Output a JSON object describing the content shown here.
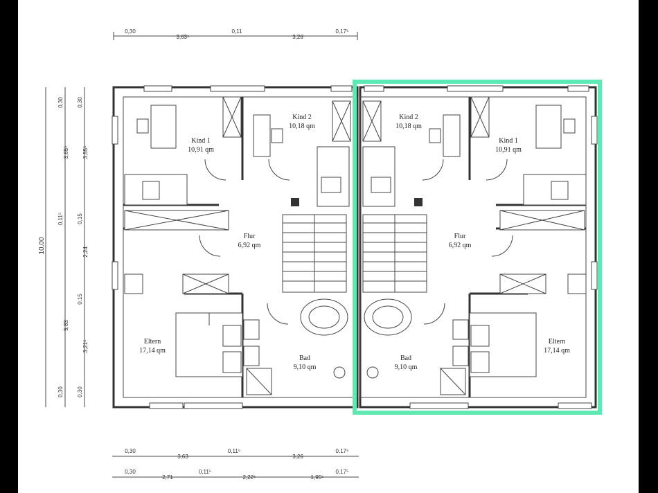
{
  "plan": {
    "left_unit": {
      "rooms": [
        {
          "name": "Kind 1",
          "area": "10,91 qm"
        },
        {
          "name": "Kind 2",
          "area": "10,18 qm"
        },
        {
          "name": "Flur",
          "area": "6,92 qm"
        },
        {
          "name": "Eltern",
          "area": "17,14 qm"
        },
        {
          "name": "Bad",
          "area": "9,10 qm"
        }
      ]
    },
    "right_unit": {
      "highlighted": true,
      "highlight_color": "#5ee8b4",
      "rooms": [
        {
          "name": "Kind 2",
          "area": "10,18 qm"
        },
        {
          "name": "Kind 1",
          "area": "10,91 qm"
        },
        {
          "name": "Flur",
          "area": "6,92 qm"
        },
        {
          "name": "Eltern",
          "area": "17,14 qm"
        },
        {
          "name": "Bad",
          "area": "9,10 qm"
        }
      ]
    },
    "dimensions": {
      "top": [
        "0,30",
        "3,63⁵",
        "0,11",
        "3,26",
        "0,17⁵"
      ],
      "bottom1": [
        "0,30",
        "3,63",
        "0,11⁵",
        "3,26",
        "0,17⁵"
      ],
      "bottom2": [
        "0,30",
        "2,71",
        "0,11⁵",
        "2,22⁵",
        "1,95⁵",
        "0,17⁵"
      ],
      "left_total": "10,00",
      "left_outer": [
        "0,30",
        "3,65⁵",
        "0,11⁵",
        "5,83",
        "0,30"
      ],
      "left_inner": [
        "0,30",
        "3,55⁵",
        "0,15",
        "2,24",
        "0,15",
        "3,21⁵",
        "0,30"
      ]
    }
  }
}
